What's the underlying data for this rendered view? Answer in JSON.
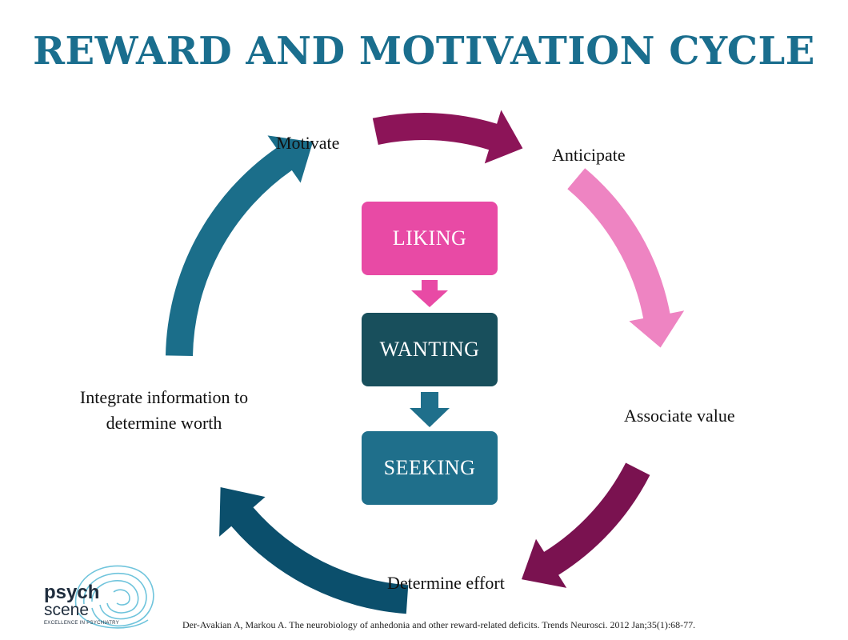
{
  "title": "REWARD AND MOTIVATION CYCLE",
  "colors": {
    "title": "#1a6e8e",
    "arrow_top": "#8c1458",
    "arrow_right": "#ee84c2",
    "arrow_bottom_right": "#7a1250",
    "arrow_bottom_left": "#0b4f6c",
    "arrow_left": "#1b6e8a",
    "liking": "#e84aa5",
    "wanting": "#184f5c",
    "seeking": "#1f6f8b"
  },
  "cycle_labels": {
    "motivate": "Motivate",
    "anticipate": "Anticipate",
    "associate_value": "Associate value",
    "determine_effort": "Determine effort",
    "integrate_line1": "Integrate information to",
    "integrate_line2": "determine worth"
  },
  "center_boxes": {
    "liking": "LIKING",
    "wanting": "WANTING",
    "seeking": "SEEKING"
  },
  "logo": {
    "line1": "psych",
    "line2": "scene",
    "tagline": "EXCELLENCE IN PSYCHIATRY"
  },
  "citation": "Der-Avakian A, Markou A. The neurobiology of anhedonia and other reward-related deficits. Trends Neurosci. 2012 Jan;35(1):68-77."
}
